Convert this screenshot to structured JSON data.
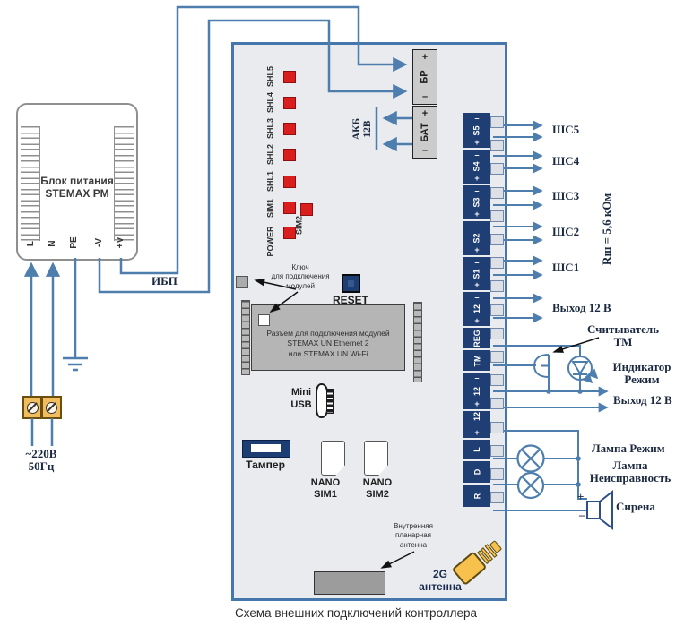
{
  "caption": "Схема внешних подключений контроллера",
  "psu": {
    "title_line1": "Блок питания",
    "title_line2": "STEMAX РМ",
    "terminals": [
      "L",
      "N",
      "PE",
      "-V",
      "+V"
    ],
    "ups_label": "ИБП",
    "mains_line1": "~220В",
    "mains_line2": "50Гц"
  },
  "board": {
    "leds": [
      "SHL5",
      "SHL4",
      "SHL3",
      "SHL2",
      "SHL1",
      "SIM1",
      "SIM2",
      "POWER"
    ],
    "bp_block": {
      "plus": "+",
      "label": "БР",
      "minus": "–"
    },
    "bat_block": {
      "plus": "+",
      "label": "БАТ",
      "minus": "–"
    },
    "akb_line1": "АКБ",
    "akb_line2": "12В",
    "key_note_line1": "Ключ",
    "key_note_line2": "для подключения",
    "key_note_line3": "модулей",
    "reset_label": "RESET",
    "connector_line1": "Разъем для подключения модулей",
    "connector_line2": "STEMAX UN Ethernet 2",
    "connector_line3": "или STEMAX UN Wi-Fi",
    "mini_usb_line1": "Mini",
    "mini_usb_line2": "USB",
    "tamper_label": "Тампер",
    "sim1_line1": "NANO",
    "sim1_line2": "SIM1",
    "sim2_line1": "NANO",
    "sim2_line2": "SIM2",
    "planar_line1": "Внутренняя",
    "planar_line2": "планарная",
    "planar_line3": "антенна",
    "ant2g_line1": "2G",
    "ant2g_line2": "антенна",
    "terminal_strip": [
      {
        "top": "–",
        "label": "S5",
        "bottom": "+"
      },
      {
        "top": "–",
        "label": "S4",
        "bottom": "+"
      },
      {
        "top": "–",
        "label": "S3",
        "bottom": "+"
      },
      {
        "top": "–",
        "label": "S2",
        "bottom": "+"
      },
      {
        "top": "–",
        "label": "S1",
        "bottom": "+"
      },
      {
        "top": "–",
        "label": "12",
        "bottom": "+"
      },
      {
        "label": "REG"
      },
      {
        "label": "TM"
      },
      {
        "top": "–",
        "label": "12",
        "bottom": "+"
      },
      {
        "label": "12",
        "bottom": "+"
      },
      {
        "label": "L"
      },
      {
        "label": "D"
      },
      {
        "label": "R"
      }
    ]
  },
  "connections": {
    "shs": [
      "ШС5",
      "ШС4",
      "ШС3",
      "ШС2",
      "ШС1"
    ],
    "resistor_note": "Rш = 5,6 кОм",
    "out12_top": "Выход 12 В",
    "tm_reader_line1": "Считыватель",
    "tm_reader_line2": "ТМ",
    "indicator_line1": "Индикатор",
    "indicator_line2": "Режим",
    "out12_mid": "Выход 12 В",
    "lamp_mode": "Лампа Режим",
    "lamp_fault_line1": "Лампа",
    "lamp_fault_line2": "Неисправность",
    "siren": "Сирена",
    "siren_plus": "+",
    "siren_minus": "–"
  },
  "colors": {
    "wire_blue": "#4d7eae",
    "board_border": "#4577ad",
    "strip_navy": "#1e3e74",
    "led_red": "#da1d1d",
    "mains_orange": "#f2bd5e",
    "antenna_orange": "#f6c14d"
  }
}
